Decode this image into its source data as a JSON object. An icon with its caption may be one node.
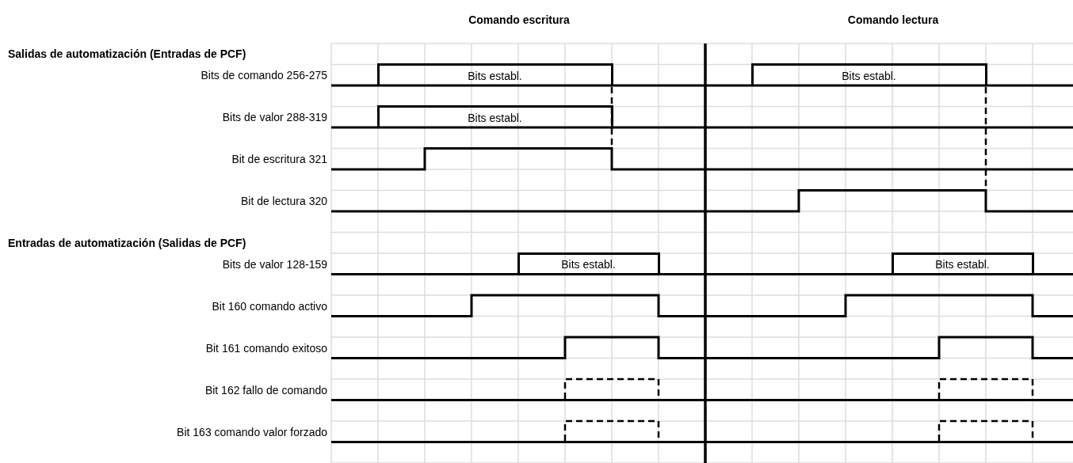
{
  "diagram": {
    "nodes": [
      {
        "text": [
          "Bits establ."
        ]
      },
      {
        "text": [
          "Bits establ."
        ]
      },
      {
        "text": [
          "Bits establ."
        ]
      },
      {
        "text": [
          "Bits establ."
        ]
      },
      {
        "text": [
          "Bits establ."
        ]
      }
    ],
    "labels": [
      "Comando escritura",
      "Comando lectura",
      "Salidas de automatización (Entradas de PCF)",
      "Bits de comando 256-275",
      "Bits de valor 288-319",
      "Bit de escritura 321",
      "Bit de lectura 320",
      "Entradas de automatización (Salidas de PCF)",
      "Bits de valor 128-159",
      "Bit 160 comando activo",
      "Bit 161 comando exitoso",
      "Bit 162 fallo de comando",
      "Bit 163 comando valor forzado"
    ]
  }
}
